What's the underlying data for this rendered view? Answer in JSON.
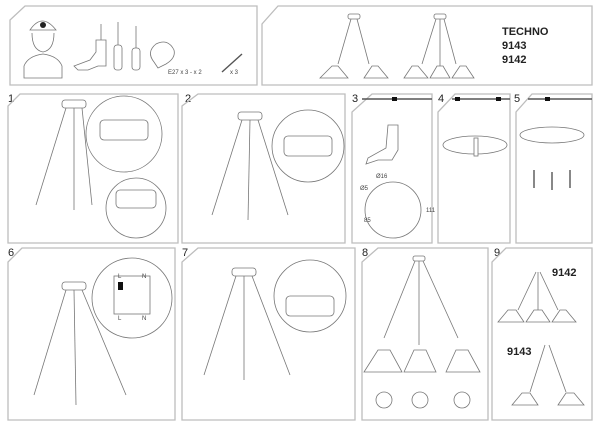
{
  "header": {
    "tools_note": "E27 x 3 - x 2",
    "screws_note": "x 3",
    "product_name": "TECHNO",
    "model_codes": [
      "9143",
      "9142"
    ]
  },
  "steps": [
    {
      "number": "1"
    },
    {
      "number": "2"
    },
    {
      "number": "3",
      "dimensions": [
        "Ø16",
        "Ø5",
        "111",
        "85"
      ]
    },
    {
      "number": "4"
    },
    {
      "number": "5"
    },
    {
      "number": "6",
      "terminal_labels_top": [
        "L",
        "N"
      ],
      "terminal_labels_bottom": [
        "L",
        "N"
      ]
    },
    {
      "number": "7"
    },
    {
      "number": "8"
    },
    {
      "number": "9",
      "variants": [
        "9142",
        "9143"
      ]
    }
  ],
  "icons": [
    "electrician-icon",
    "drill-icon",
    "screwdriver-phillips-icon",
    "screwdriver-flat-icon",
    "light-bulb-icon",
    "screw-anchor-icon"
  ]
}
